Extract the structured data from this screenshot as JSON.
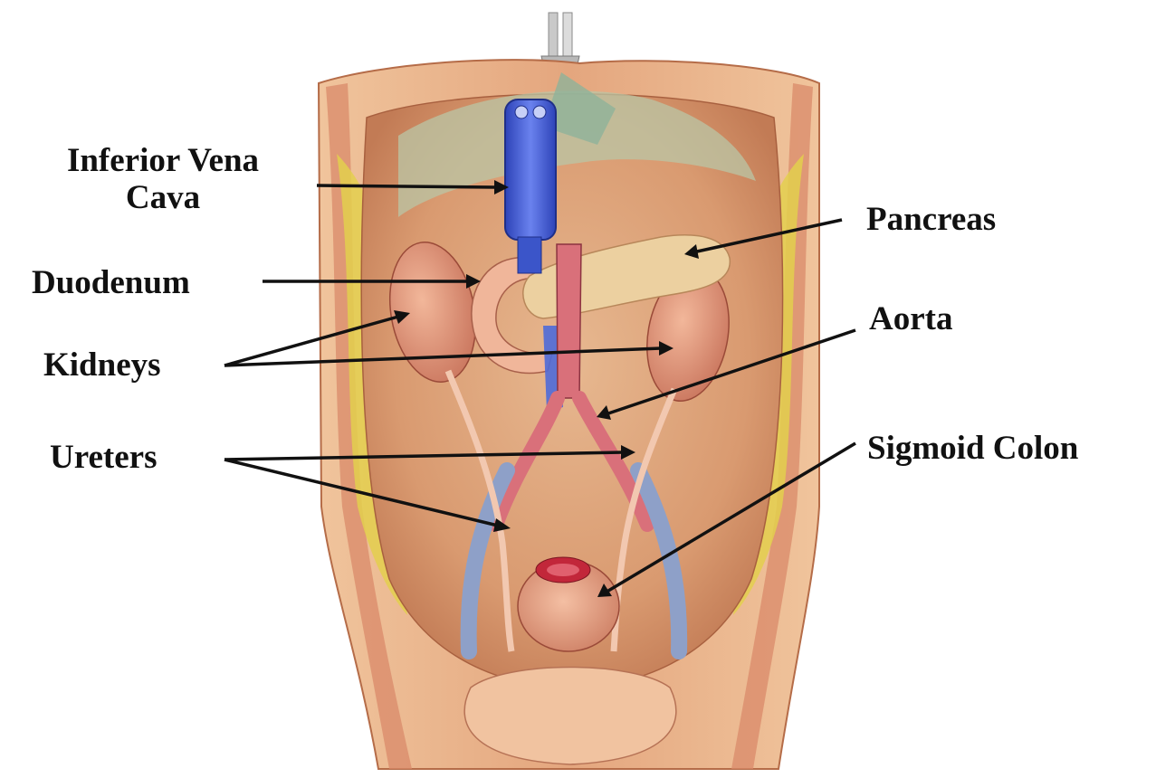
{
  "labels": {
    "ivc_line1": "Inferior Vena",
    "ivc_line2": "Cava",
    "duodenum": "Duodenum",
    "kidneys": "Kidneys",
    "ureters": "Ureters",
    "pancreas": "Pancreas",
    "aorta": "Aorta",
    "sigmoid_colon": "Sigmoid Colon"
  },
  "colors": {
    "background": "#ffffff",
    "label_text": "#111111",
    "arrow": "#111111",
    "body_wall": "#e9b48c",
    "cavity": "#dca07a",
    "fat": "#e3cf4e",
    "vena_cava": "#4a63d8",
    "aorta_artery": "#d9707a",
    "pancreas": "#ecd0a0"
  }
}
